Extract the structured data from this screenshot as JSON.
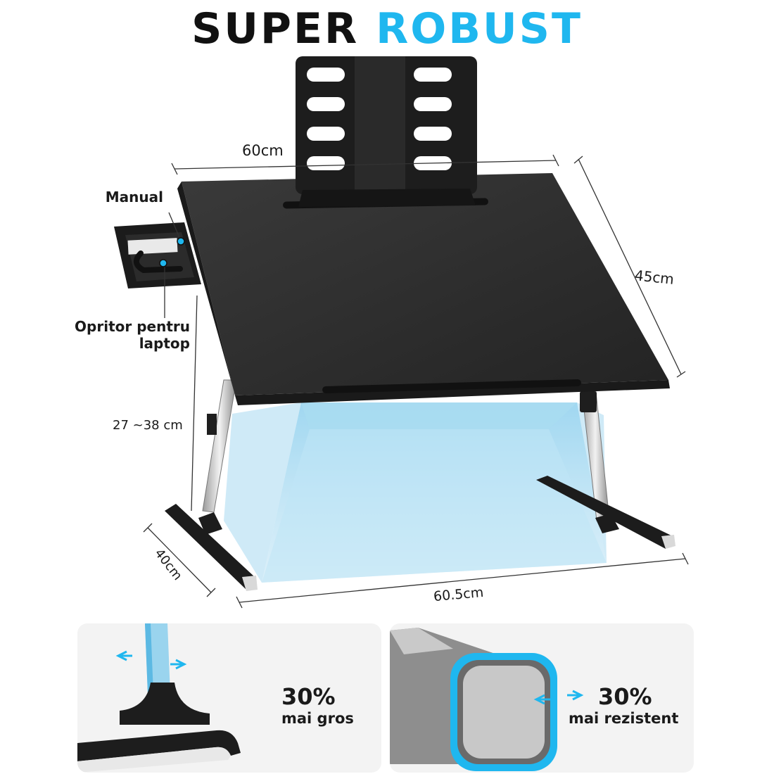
{
  "headline": {
    "word1": "SUPER",
    "word2": "ROBUST"
  },
  "colors": {
    "accent": "#1fb7ef",
    "dark": "#111111",
    "table_top": "#2d2d2d",
    "panel_bg": "#f3f3f3"
  },
  "dimensions": {
    "top_width": "60cm",
    "depth": "45cm",
    "height": "27 ~38 cm",
    "feet_depth": "40cm",
    "base_width": "60.5cm"
  },
  "callouts": {
    "manual": "Manual",
    "stopper_line1": "Opritor pentru",
    "stopper_line2": "laptop"
  },
  "panels": [
    {
      "icon": "leg-tube-icon",
      "percent": "30%",
      "caption": "mai gros"
    },
    {
      "icon": "tube-cross-section-icon",
      "percent": "30%",
      "caption": "mai rezistent"
    }
  ]
}
